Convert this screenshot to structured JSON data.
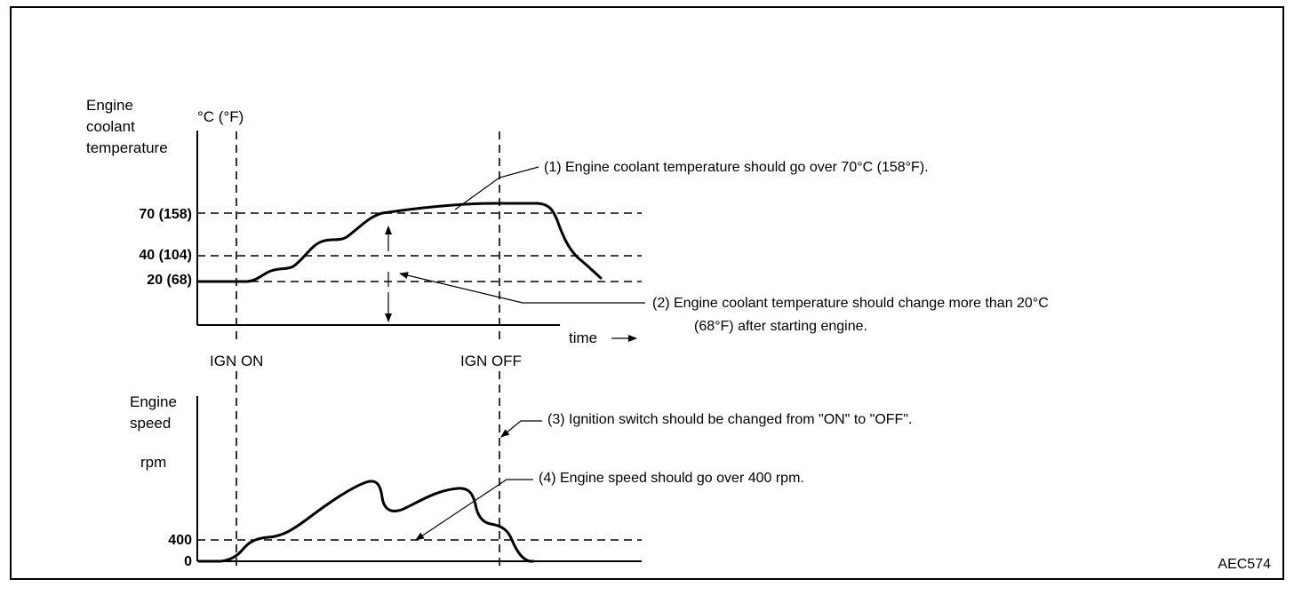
{
  "figure_code": "AEC574",
  "top_chart": {
    "ylabel": [
      "Engine",
      "coolant",
      "temperature"
    ],
    "unit": "°C (°F)",
    "ticks": [
      "70 (158)",
      "40 (104)",
      "20 (68)"
    ],
    "time_label": "time"
  },
  "events": {
    "ign_on": "IGN ON",
    "ign_off": "IGN OFF"
  },
  "bottom_chart": {
    "ylabel": [
      "Engine",
      "speed"
    ],
    "unit": "rpm",
    "ticks": [
      "400",
      "0"
    ]
  },
  "notes": {
    "n1": "(1)   Engine coolant temperature should go over 70°C (158°F).",
    "n2_line1": "(2)   Engine coolant temperature should change more than 20°C",
    "n2_line2": "(68°F) after starting engine.",
    "n3": "(3)   Ignition switch should be changed from \"ON\" to \"OFF\".",
    "n4": "(4)   Engine speed should go over 400 rpm."
  }
}
